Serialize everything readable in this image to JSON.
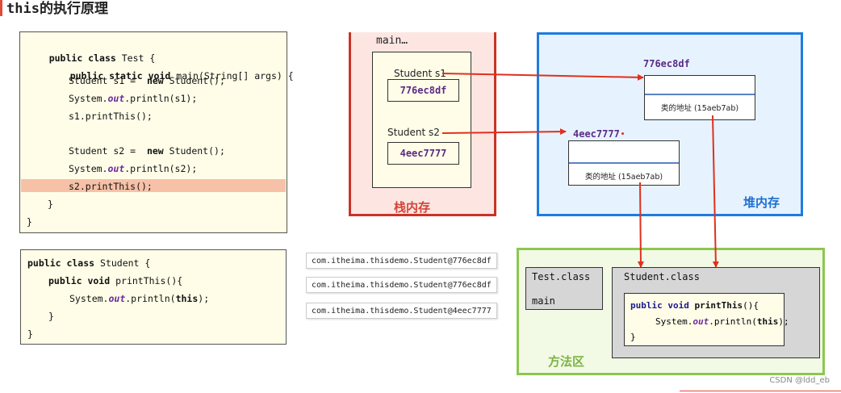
{
  "title": "this的执行原理",
  "code_main": {
    "lines": [
      "public class Test {",
      "    public static void main(String[] args) {",
      "        Student s1 =  new Student();",
      "        System.out.println(s1);",
      "        s1.printThis();",
      "",
      "        Student s2 =  new Student();",
      "        System.out.println(s2);",
      "        s2.printThis();",
      "    }",
      "}"
    ],
    "highlighted_line": 8
  },
  "code_student": {
    "lines": [
      "public class Student {",
      "    public void printThis(){",
      "        System.out.println(this);",
      "    }",
      "}"
    ]
  },
  "outputs": [
    "com.itheima.thisdemo.Student@776ec8df",
    "com.itheima.thisdemo.Student@776ec8df",
    "com.itheima.thisdemo.Student@4eec7777"
  ],
  "stack": {
    "frame_label": "main…",
    "var1_label": "Student  s1",
    "var1_value": "776ec8df",
    "var2_label": "Student  s2",
    "var2_value": "4eec7777",
    "region_label": "栈内存"
  },
  "heap": {
    "obj1_addr": "776ec8df",
    "obj1_class_addr": "类的地址 (15aeb7ab)",
    "obj2_addr": "4eec7777",
    "obj2_class_addr": "类的地址 (15aeb7ab)",
    "region_label": "堆内存"
  },
  "method_area": {
    "test_class_label": "Test.class",
    "test_main_label": "main",
    "student_class_label": "Student.class",
    "method_lines": [
      "public void printThis(){",
      "    System.out.println(this);",
      "}"
    ],
    "region_label": "方法区"
  },
  "colors": {
    "stack_border": "#c93328",
    "heap_border": "#1e7be0",
    "method_border": "#8cc74f",
    "arrow": "#e0301e",
    "value_text": "#5b2a86"
  },
  "watermark": "CSDN @ldd_eb"
}
